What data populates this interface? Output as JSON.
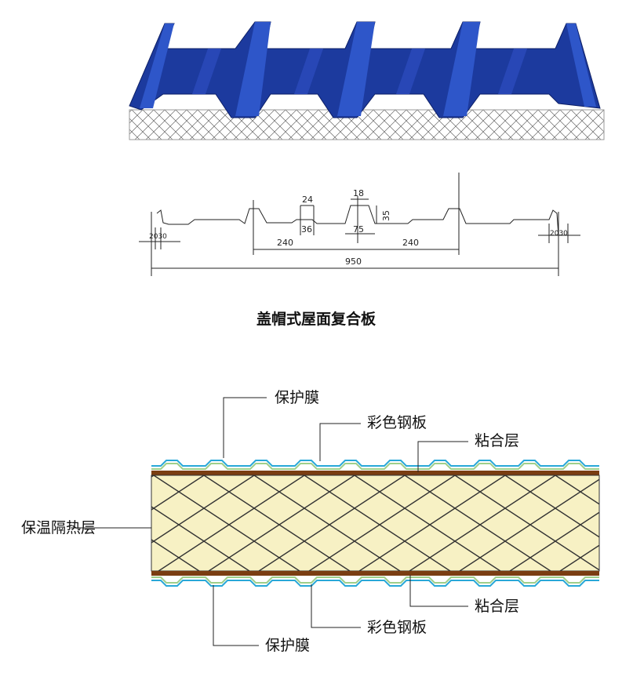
{
  "title": "盖帽式屋面复合板",
  "profile": {
    "dimensions": {
      "d24": "24",
      "d18": "18",
      "d35": "35",
      "d36": "36",
      "d75": "75",
      "d240_left": "240",
      "d240_right": "240",
      "d950": "950",
      "d2030_left": "2030",
      "d2030_right": "2030"
    }
  },
  "layers": {
    "top_film": "保护膜",
    "top_steel": "彩色钢板",
    "top_adhesive": "粘合层",
    "insulation": "保温隔热层",
    "bottom_adhesive": "粘合层",
    "bottom_steel": "彩色钢板",
    "bottom_film": "保护膜"
  },
  "colors": {
    "panel_blue": "#1c3a9e",
    "panel_blue_light": "#2e56c9",
    "steel_cyan": "#29a8d8",
    "adhesive_brown": "#7a3d12",
    "foam_cream": "#f7f1c4",
    "line": "#222222"
  }
}
